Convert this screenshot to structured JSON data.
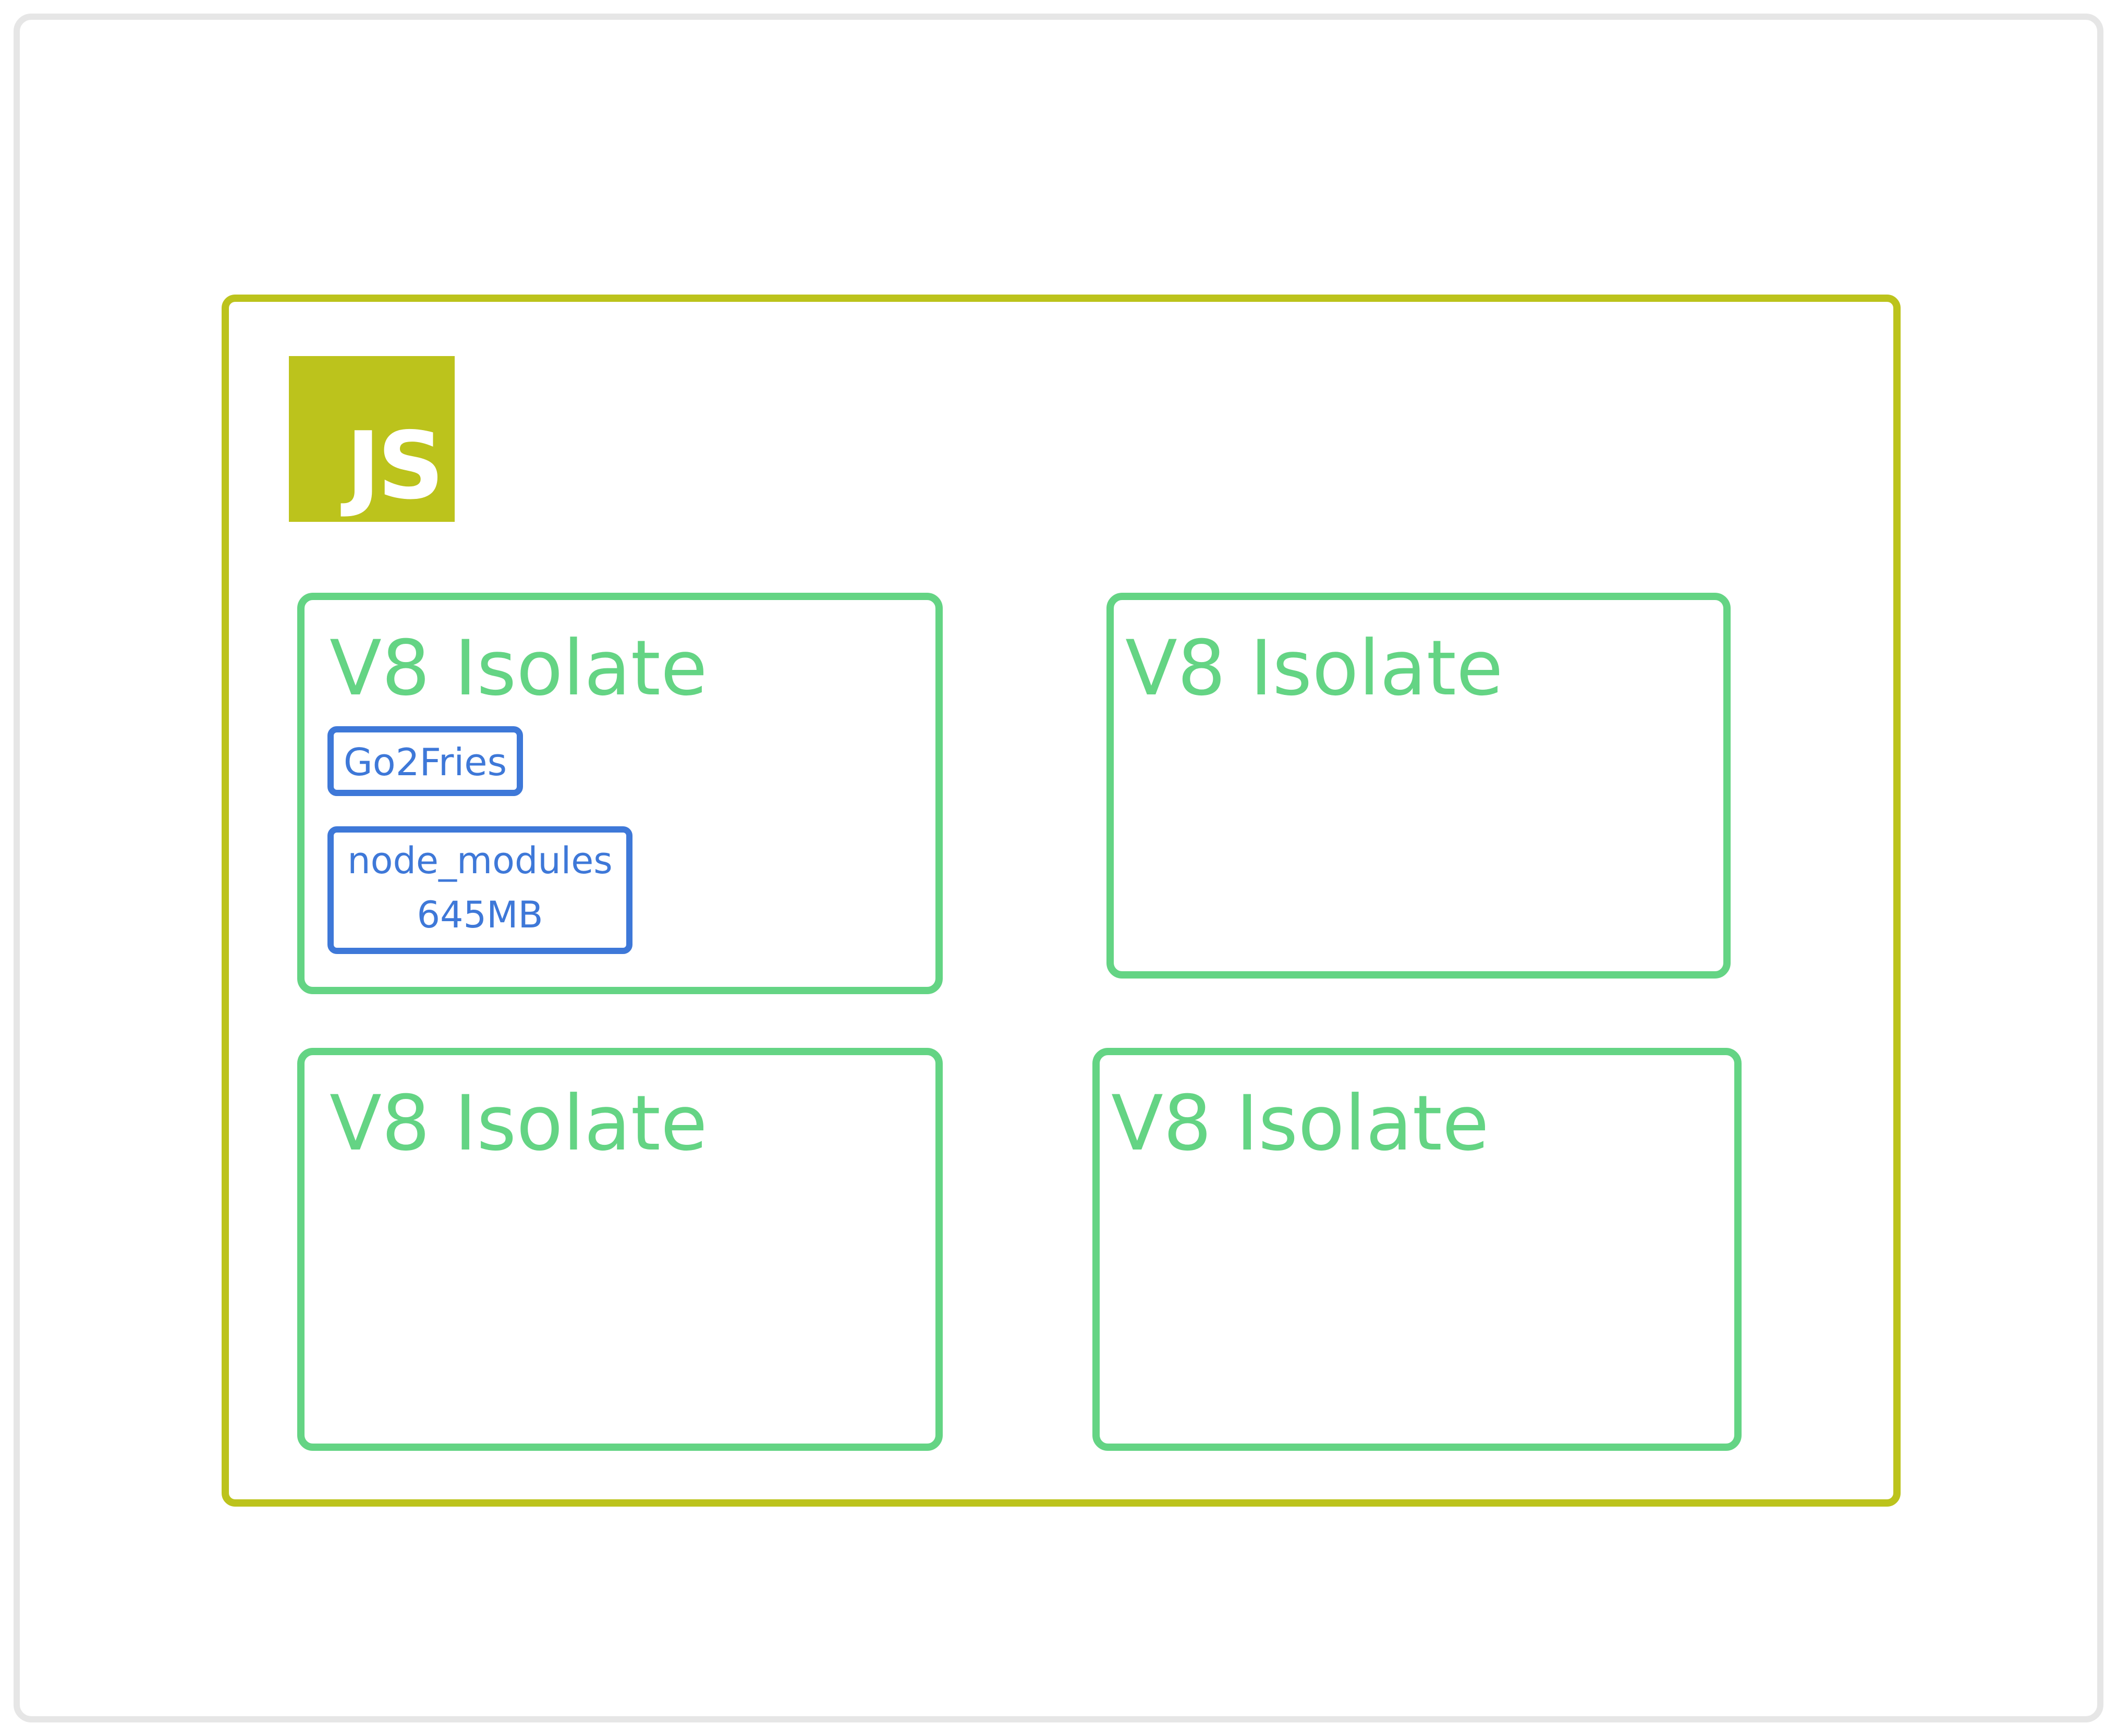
{
  "colors": {
    "frame_border": "#e6e6e6",
    "runtime_border": "#bcc31c",
    "js_logo_background": "#bcc31c",
    "js_logo_text": "#ffffff",
    "isolate_border": "#64d484",
    "isolate_text": "#64d484",
    "module_border": "#3e78d8",
    "module_text": "#3e78d8"
  },
  "js_logo": {
    "text": "JS",
    "icon": "javascript-logo-icon"
  },
  "isolates": [
    {
      "title": "V8 Isolate",
      "modules": [
        {
          "name": "Go2Fries"
        },
        {
          "name": "node_modules",
          "size": "645MB"
        }
      ]
    },
    {
      "title": "V8 Isolate"
    },
    {
      "title": "V8 Isolate"
    },
    {
      "title": "V8 Isolate"
    }
  ]
}
